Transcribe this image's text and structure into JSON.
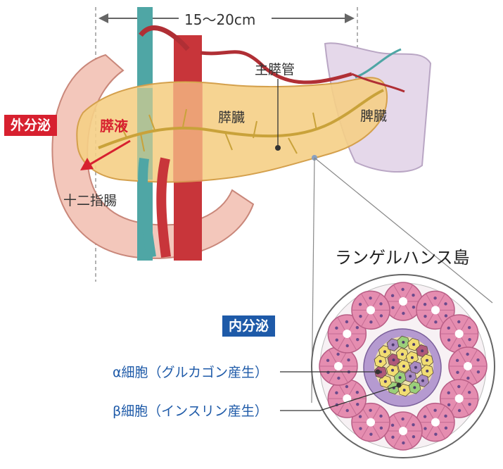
{
  "width_label": "15〜20cm",
  "labels": {
    "main_duct": "主膵管",
    "pancreas": "膵臓",
    "spleen": "脾臓",
    "pancreatic_juice": "膵液",
    "duodenum": "十二指腸",
    "islet": "ランゲルハンス島",
    "alpha": "α細胞（グルカゴン産生）",
    "beta": "β細胞（インスリン産生）"
  },
  "badges": {
    "exocrine": "外分泌",
    "endocrine": "内分泌"
  },
  "colors": {
    "exocrine_badge": "#d7202f",
    "endocrine_badge": "#1e5aa8",
    "pancreatic_juice_text": "#d7202f",
    "cell_label_text": "#1e5aa8",
    "pancreas": "#f5cf86",
    "duodenum": "#f3c7bb",
    "spleen": "#e5d8ea",
    "aorta": "#c8353a",
    "vein": "#4fa6a5",
    "acinar_cell": "#e58db0",
    "alpha_cell": "#a88ac2",
    "beta_cell": "#f1dd72"
  }
}
